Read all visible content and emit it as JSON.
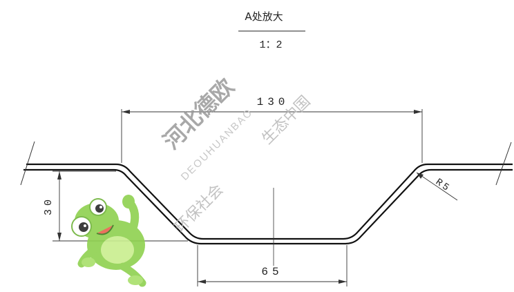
{
  "title_block": {
    "detail_label": "A处放大",
    "scale": "1：2"
  },
  "dimensions": {
    "top_width": "130",
    "bottom_width": "65",
    "depth": "30",
    "radius": "R5"
  },
  "watermark": {
    "company": "河北德欧",
    "pinyin": "DEOUHUANBAO",
    "slogan_left": "环保社会",
    "slogan_right": "生态中国"
  },
  "colors": {
    "line": "#111111",
    "dim_line": "#333333",
    "watermark": "#b8b8b8",
    "frog_green": "#8fd14f"
  }
}
